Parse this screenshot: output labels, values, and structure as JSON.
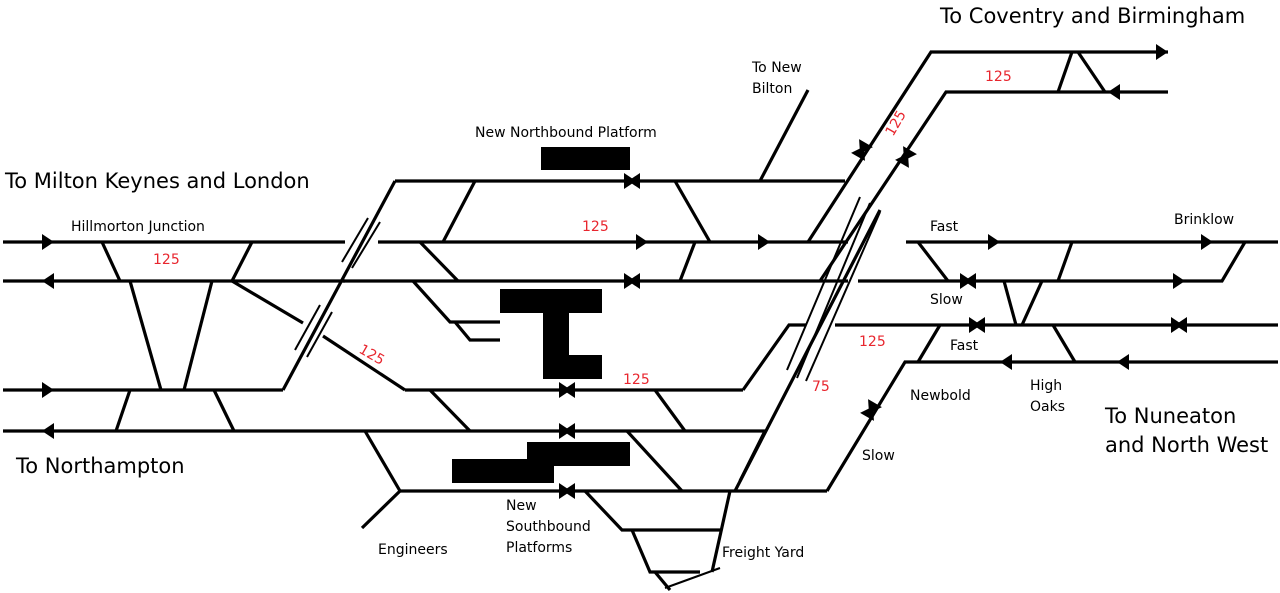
{
  "diagram": {
    "title": "Rugby railway station track layout",
    "colors": {
      "track": "#000000",
      "speed": "#e8262e",
      "background": "#ffffff"
    },
    "destinations": {
      "coventry": "To Coventry and Birmingham",
      "milton_keynes": "To Milton Keynes and London",
      "northampton": "To Northampton",
      "nuneaton_line1": "To Nuneaton",
      "nuneaton_line2": "and North West",
      "new_bilton_line1": "To New",
      "new_bilton_line2": "Bilton"
    },
    "places": {
      "hillmorton": "Hillmorton Junction",
      "brinklow": "Brinklow",
      "newbold": "Newbold",
      "high_oaks_line1": "High",
      "high_oaks_line2": "Oaks",
      "engineers": "Engineers",
      "freight_yard": "Freight Yard"
    },
    "platforms": {
      "northbound": "New Northbound Platform",
      "southbound_line1": "New",
      "southbound_line2": "Southbound",
      "southbound_line3": "Platforms"
    },
    "line_labels": {
      "fast_upper": "Fast",
      "slow_upper": "Slow",
      "fast_lower": "Fast",
      "slow_lower": "Slow"
    },
    "speed_limits": {
      "hillmorton": "125",
      "diagonal_southwest": "125",
      "main_fast": "125",
      "platform_line": "125",
      "coventry_diagonal": "125",
      "coventry_line": "125",
      "east_fast": "125",
      "flyover": "75"
    }
  }
}
